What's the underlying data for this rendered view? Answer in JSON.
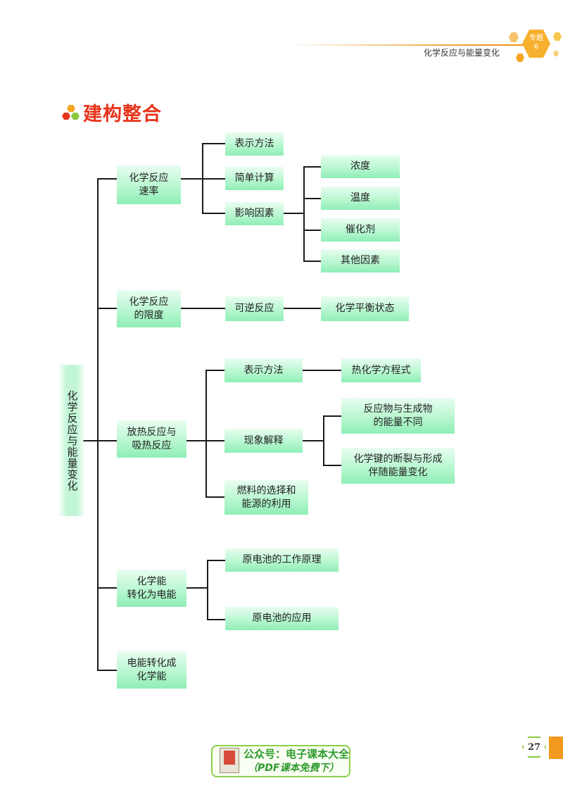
{
  "header": {
    "title": "化学反应与能量变化",
    "topic_label": "专题",
    "topic_number": "6"
  },
  "section": {
    "title": "建构整合",
    "icon": "hexagon-cluster-icon"
  },
  "root": "化学反应与能量变化",
  "branches": {
    "b1": {
      "label": "化学反应\n速率",
      "children": {
        "c1": "表示方法",
        "c2": "简单计算",
        "c3": "影响因素"
      },
      "factors": {
        "f1": "浓度",
        "f2": "温度",
        "f3": "催化剂",
        "f4": "其他因素"
      }
    },
    "b2": {
      "label": "化学反应\n的限度",
      "child": "可逆反应",
      "grandchild": "化学平衡状态"
    },
    "b3": {
      "label": "放热反应与\n吸热反应",
      "children": {
        "c1": "表示方法",
        "c2": "现象解释",
        "c3": "燃料的选择和\n能源的利用"
      },
      "c1_child": "热化学方程式",
      "c2_children": {
        "g1": "反应物与生成物\n的能量不同",
        "g2": "化学键的断裂与形成\n伴随能量变化"
      }
    },
    "b4": {
      "label": "化学能\n转化为电能",
      "children": {
        "c1": "原电池的工作原理",
        "c2": "原电池的应用"
      }
    },
    "b5": {
      "label": "电能转化成\n化学能"
    }
  },
  "page_number": "27",
  "watermark": {
    "line1": "公众号：电子课本大全",
    "line2": "（PDF课本免费下）"
  },
  "colors": {
    "accent": "#e8341c",
    "box_green": "#b9f7d1",
    "orange": "#f39a1e"
  }
}
